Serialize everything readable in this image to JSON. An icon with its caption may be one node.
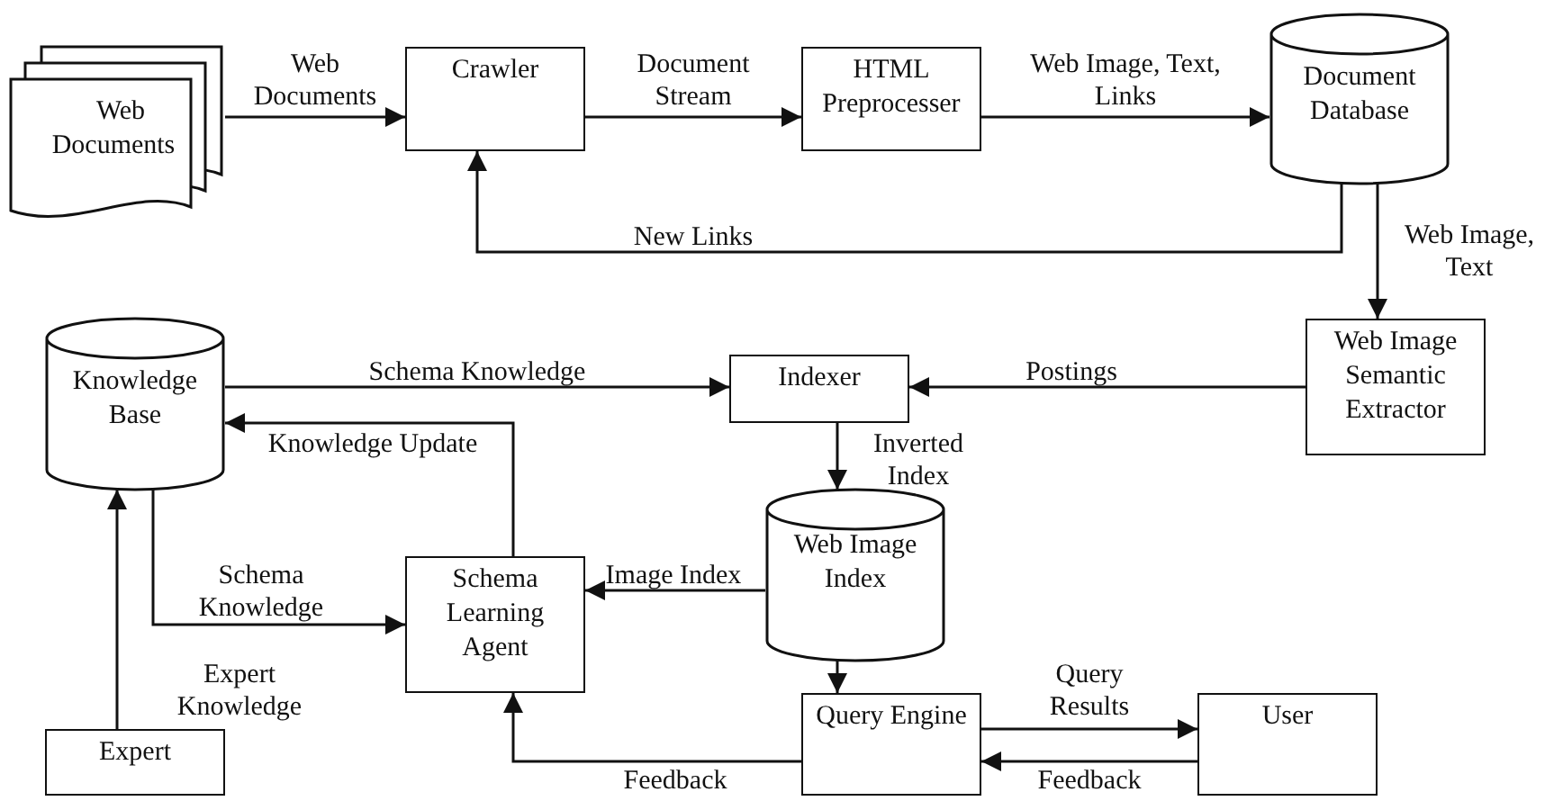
{
  "diagram": {
    "nodes": [
      {
        "text": [
          "Web Documents"
        ]
      },
      {
        "text": [
          "Crawler"
        ]
      },
      {
        "text": [
          "HTML Preprocesser"
        ]
      },
      {
        "text": [
          "Document Database"
        ]
      },
      {
        "text": [
          "Web Image Semantic Extractor"
        ]
      },
      {
        "text": [
          "Indexer"
        ]
      },
      {
        "text": [
          "Knowledge Base"
        ]
      },
      {
        "text": [
          "Schema Learning Agent"
        ]
      },
      {
        "text": [
          "Web Image Index"
        ]
      },
      {
        "text": [
          "Query Engine"
        ]
      },
      {
        "text": [
          "User"
        ]
      },
      {
        "text": [
          "Expert"
        ]
      }
    ],
    "edges": [
      {
        "from": 0,
        "to": 1,
        "arrow": "to",
        "label": "Web Documents"
      },
      {
        "from": 1,
        "to": 2,
        "arrow": "to",
        "label": "Document Stream"
      },
      {
        "from": 2,
        "to": 3,
        "arrow": "to",
        "label": "Web Image, Text, Links"
      },
      {
        "from": 3,
        "to": 1,
        "arrow": "to",
        "label": "New Links"
      },
      {
        "from": 3,
        "to": 4,
        "arrow": "to",
        "label": "Web Image, Text"
      },
      {
        "from": 4,
        "to": 5,
        "arrow": "to",
        "label": "Postings"
      },
      {
        "from": 6,
        "to": 5,
        "arrow": "to",
        "label": "Schema Knowledge"
      },
      {
        "from": 5,
        "to": 8,
        "arrow": "to",
        "label": "Inverted Index"
      },
      {
        "from": 8,
        "to": 7,
        "arrow": "to",
        "label": "Image Index"
      },
      {
        "from": 7,
        "to": 6,
        "arrow": "to",
        "label": "Knowledge Update"
      },
      {
        "from": 6,
        "to": 7,
        "arrow": "to",
        "label": "Schema Knowledge"
      },
      {
        "from": 11,
        "to": 6,
        "arrow": "to",
        "label": "Expert Knowledge"
      },
      {
        "from": 8,
        "to": 9,
        "arrow": "to"
      },
      {
        "from": 9,
        "to": 10,
        "arrow": "to",
        "label": "Query Results"
      },
      {
        "from": 10,
        "to": 9,
        "arrow": "to",
        "label": "Feedback"
      },
      {
        "from": 9,
        "to": 7,
        "arrow": "to",
        "label": "Feedback"
      }
    ]
  }
}
